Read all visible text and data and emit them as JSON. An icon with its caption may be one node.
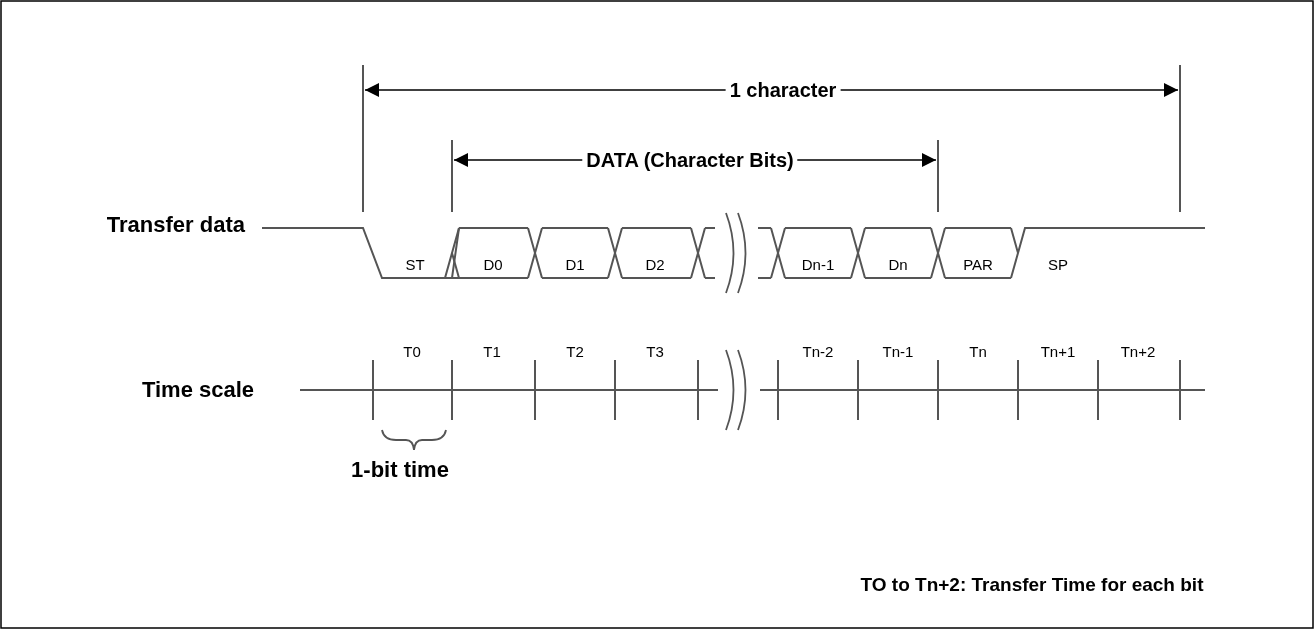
{
  "diagram": {
    "labels": [
      "1 character",
      "DATA (Character Bits)",
      "Transfer data",
      "ST",
      "D0",
      "D1",
      "D2",
      "Dn-1",
      "Dn",
      "PAR",
      "SP",
      "Time scale",
      "T0",
      "T1",
      "T2",
      "T3",
      "Tn-2",
      "Tn-1",
      "Tn",
      "Tn+1",
      "Tn+2",
      "1-bit time",
      "TO to Tn+2: Transfer Time for each bit"
    ]
  }
}
